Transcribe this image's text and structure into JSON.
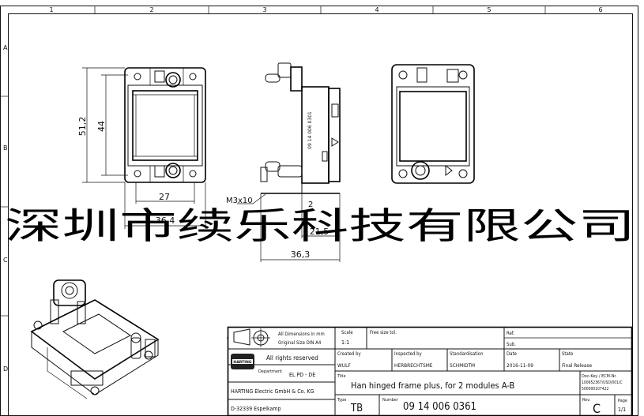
{
  "grid": {
    "columns": [
      "1",
      "2",
      "3",
      "4",
      "5",
      "6"
    ],
    "rows": [
      "A",
      "B",
      "C",
      "D"
    ]
  },
  "dimensions": {
    "height_outer": "51,2",
    "height_inner": "44",
    "width_27": "27",
    "width_36_4": "36,4",
    "screw": "M3x10",
    "depth_21_5": "21,5",
    "depth_36_3": "36,3",
    "small_2": "2"
  },
  "part_marking": "09 14 006 0301",
  "watermark": "深圳市续乐科技有限公司",
  "title_block": {
    "dims_note_1": "All Dimensions in mm",
    "dims_note_2": "Original Size DIN A4",
    "scale_label": "Scale",
    "scale_value": "1:1",
    "free_size_tol": "Free size tol.",
    "ref_label": "Ref.",
    "sub_label": "Sub.",
    "rights": "All rights reserved",
    "created_label": "Created by",
    "created_value": "WULF",
    "inspected_label": "Inspected by",
    "inspected_value": "HERBRECHTSME",
    "std_label": "Standardisation",
    "std_value": "SCHMIDTM",
    "date_label": "Date",
    "date_value": "2016-11-09",
    "state_label": "State",
    "state_value": "Final Release",
    "dept_label": "Department",
    "dept_value": "EL PD - DE",
    "title_label": "Title",
    "title_value": "Han hinged frame plus, for 2 modules A-B",
    "dockey_label": "Doc-Key / ECM-Nr.",
    "dockey_1": "100652367/USD/001/C",
    "dockey_2": "500000107422",
    "company_1": "HARTING Electric GmbH & Co. KG",
    "company_2": "D-32339 Espelkamp",
    "type_label": "Type",
    "type_value": "TB",
    "number_label": "Number",
    "number_value": "09 14 006 0361",
    "rev_label": "Rev.",
    "rev_value": "C",
    "page_label": "Page",
    "page_value": "1/1",
    "logo_text": "HARTING"
  }
}
